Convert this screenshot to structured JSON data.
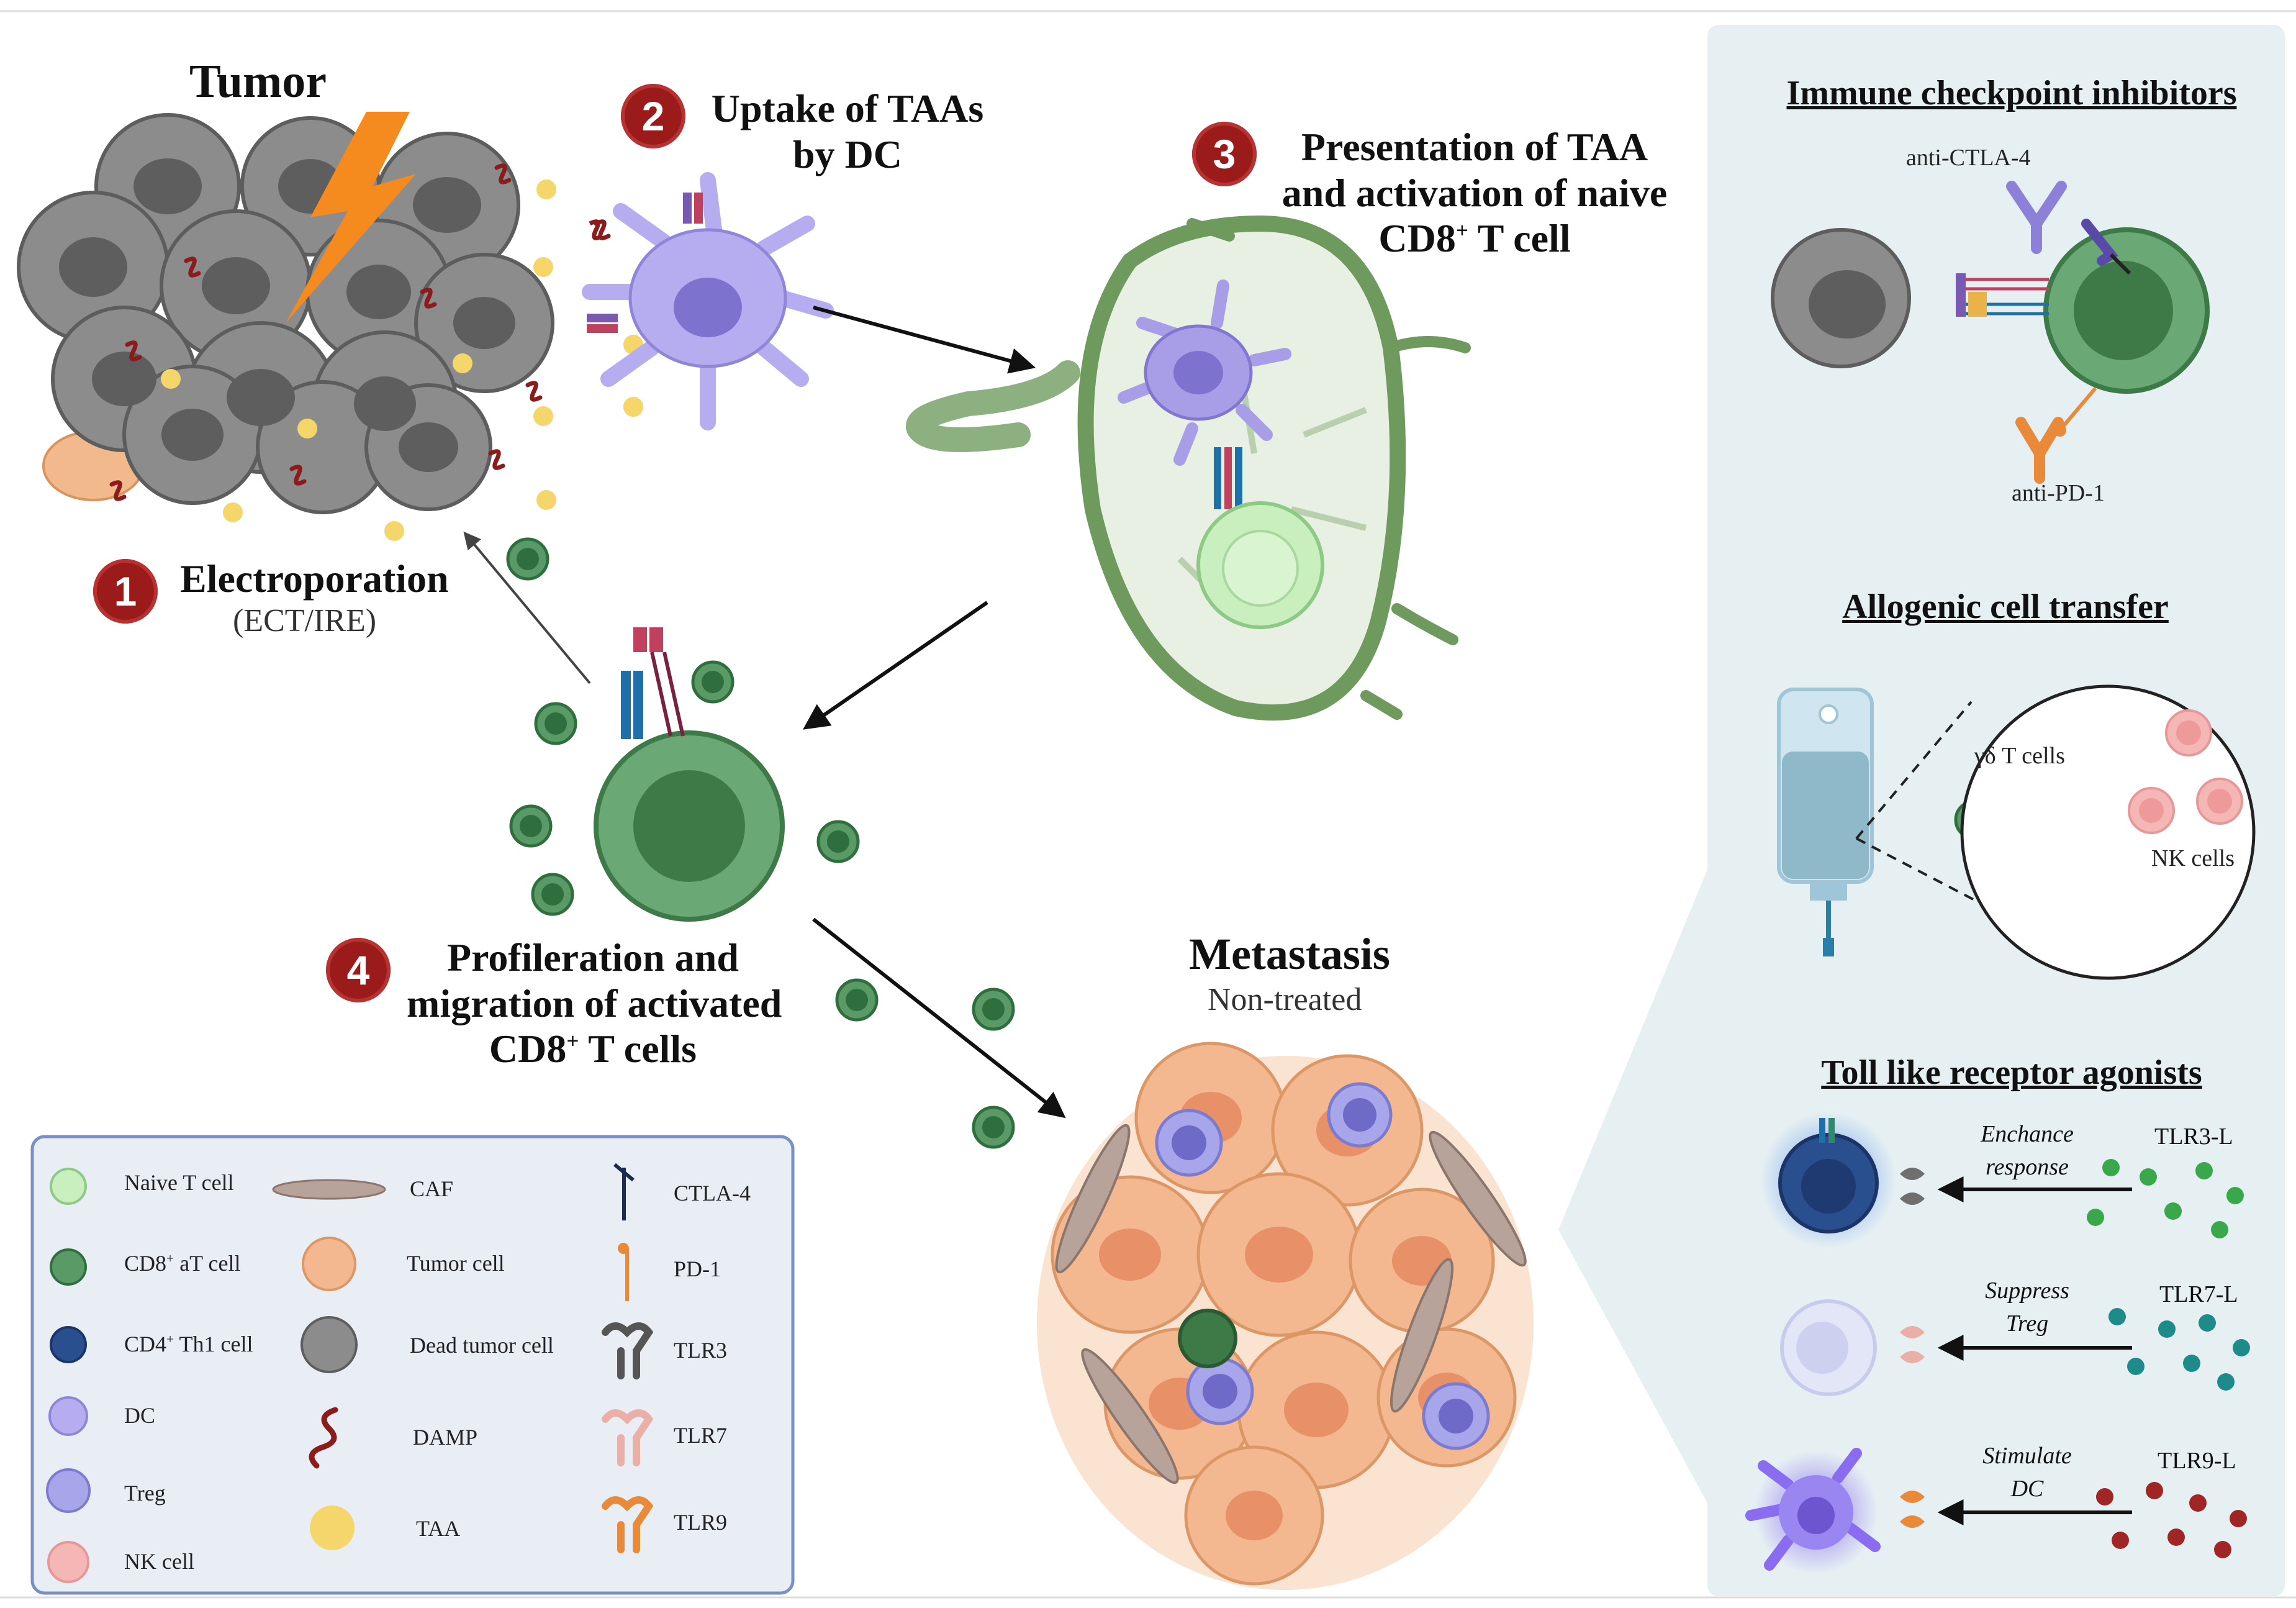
{
  "colors": {
    "badge": "#9b1b1b",
    "panel": "#e6f0f3",
    "legend_bg": "#e9eef5",
    "legend_border": "#7b8fc6",
    "cd8": "#3f8a4e",
    "dc": "#9a8fe0",
    "tumor": "#e8a57a",
    "dead_tumor": "#7b7b7b",
    "damp": "#8a1c1c",
    "taa": "#f5d66a",
    "lightning": "#f58b1f"
  },
  "main": {
    "tumor_title": "Tumor",
    "step1": {
      "number": "1",
      "label": "Electroporation",
      "sub": "(ECT/IRE)"
    },
    "step2": {
      "number": "2",
      "line1": "Uptake of TAAs",
      "line2": "by DC"
    },
    "step3": {
      "number": "3",
      "line1": "Presentation of TAA",
      "line2": "and activation of naive",
      "line3_pre": "CD8",
      "line3_sup": "+",
      "line3_post": " T cell"
    },
    "step4": {
      "number": "4",
      "line1": "Profileration and",
      "line2": "migration of activated",
      "line3_pre": "CD8",
      "line3_sup": "+",
      "line3_post": " T cells"
    },
    "metastasis_title": "Metastasis",
    "metastasis_sub": "Non-treated"
  },
  "panel": {
    "checkpoint": {
      "title": "Immune checkpoint inhibitors",
      "anti_ctla4": "anti-CTLA-4",
      "anti_pd1": "anti-PD-1"
    },
    "allogenic": {
      "title": "Allogenic cell transfer",
      "gd_t": "γδ T cells",
      "nk": "NK cells"
    },
    "tlr": {
      "title": "Toll like receptor agonists",
      "rows": [
        {
          "action_line1": "Enchance",
          "action_line2": "response",
          "ligand": "TLR3-L"
        },
        {
          "action_line1": "Suppress",
          "action_line2": "Treg",
          "ligand": "TLR7-L"
        },
        {
          "action_line1": "Stimulate",
          "action_line2": "DC",
          "ligand": "TLR9-L"
        }
      ]
    }
  },
  "legend": {
    "col1": [
      {
        "pre": "Naive T cell",
        "sup": "",
        "post": ""
      },
      {
        "pre": "CD8",
        "sup": "+",
        "post": " aT cell"
      },
      {
        "pre": "CD4",
        "sup": "+",
        "post": " Th1 cell"
      },
      {
        "pre": "DC",
        "sup": "",
        "post": ""
      },
      {
        "pre": "Treg",
        "sup": "",
        "post": ""
      },
      {
        "pre": "NK cell",
        "sup": "",
        "post": ""
      }
    ],
    "col2": [
      "CAF",
      "Tumor cell",
      "Dead tumor cell",
      "DAMP",
      "TAA"
    ],
    "col3": [
      "CTLA-4",
      "PD-1",
      "TLR3",
      "TLR7",
      "TLR9"
    ]
  }
}
